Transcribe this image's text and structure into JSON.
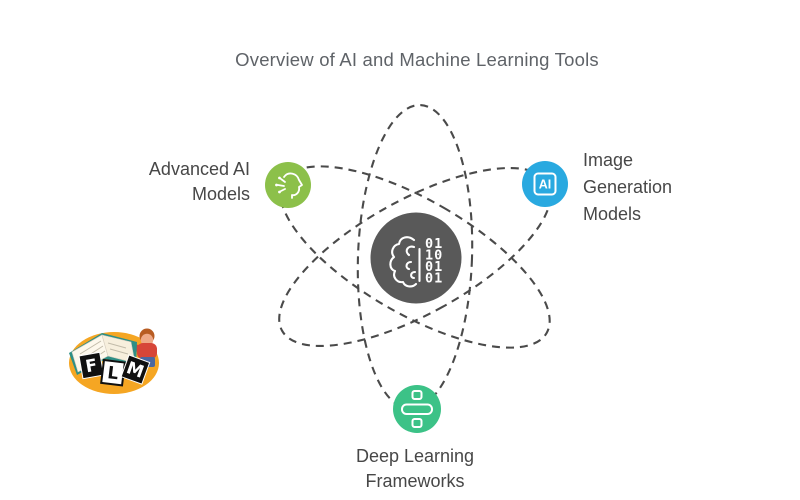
{
  "title": "Overview of AI and Machine Learning Tools",
  "diagram": {
    "type": "atom-orbit-diagram",
    "orbit_color": "#4a4a4a",
    "center": {
      "icon": "brain-binary-icon",
      "color": "#595959",
      "binary_rows": [
        "01",
        "10",
        "01",
        "01"
      ]
    },
    "nodes": [
      {
        "id": "advanced-ai-models",
        "label": "Advanced AI Models",
        "icon": "ai-head-icon",
        "color": "#8cc04a",
        "position": "left"
      },
      {
        "id": "image-generation-models",
        "label": "Image Generation Models",
        "icon": "ai-badge-icon",
        "badge_text": "AI",
        "color": "#29a9e0",
        "position": "right"
      },
      {
        "id": "deep-learning-frameworks",
        "label": "Deep Learning Frameworks",
        "icon": "divide-icon",
        "color": "#3cc287",
        "position": "bottom"
      }
    ]
  },
  "text_colors": {
    "title": "#5f6368",
    "labels": "#474747"
  },
  "logo": {
    "name": "flm-logo",
    "letters": [
      "F",
      "L",
      "M"
    ],
    "blob_color": "#f5a623",
    "description_icons": [
      "open-book-icon",
      "reading-child-icon"
    ]
  }
}
